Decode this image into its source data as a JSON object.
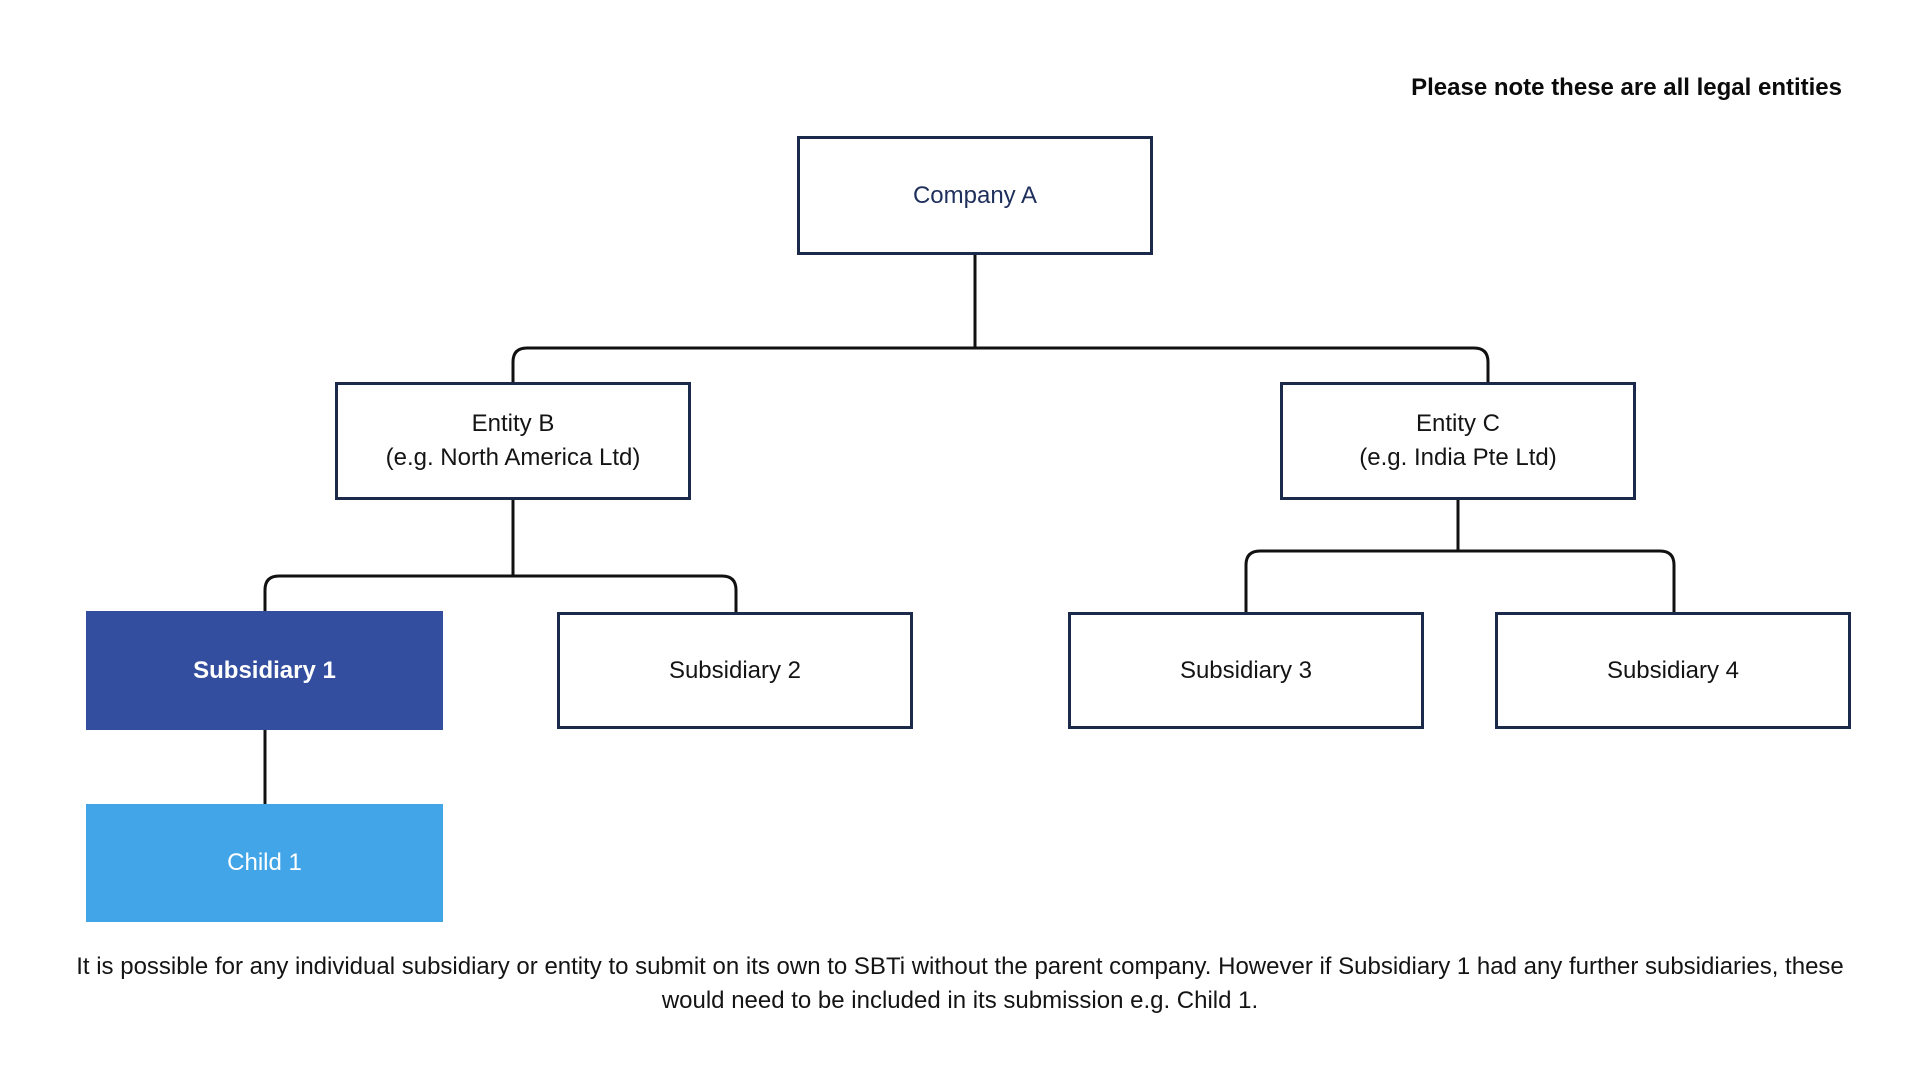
{
  "note": "Please note these are all legal entities",
  "nodes": {
    "company_a": {
      "line1": "Company A"
    },
    "entity_b": {
      "line1": "Entity B",
      "line2": "(e.g. North America Ltd)"
    },
    "entity_c": {
      "line1": "Entity C",
      "line2": "(e.g. India Pte Ltd)"
    },
    "subsidiary_1": {
      "line1": "Subsidiary 1"
    },
    "subsidiary_2": {
      "line1": "Subsidiary 2"
    },
    "subsidiary_3": {
      "line1": "Subsidiary 3"
    },
    "subsidiary_4": {
      "line1": "Subsidiary 4"
    },
    "child_1": {
      "line1": "Child 1"
    }
  },
  "caption": "It is possible for any individual subsidiary or entity to submit on its own to SBTi without the parent company. However if Subsidiary 1 had any further subsidiaries, these would need to be included in its submission e.g. Child 1.",
  "colors": {
    "border": "#1b2a4a",
    "subsidiary_1_fill": "#344e9f",
    "child_1_fill": "#42a5e8",
    "connector": "#111111"
  }
}
